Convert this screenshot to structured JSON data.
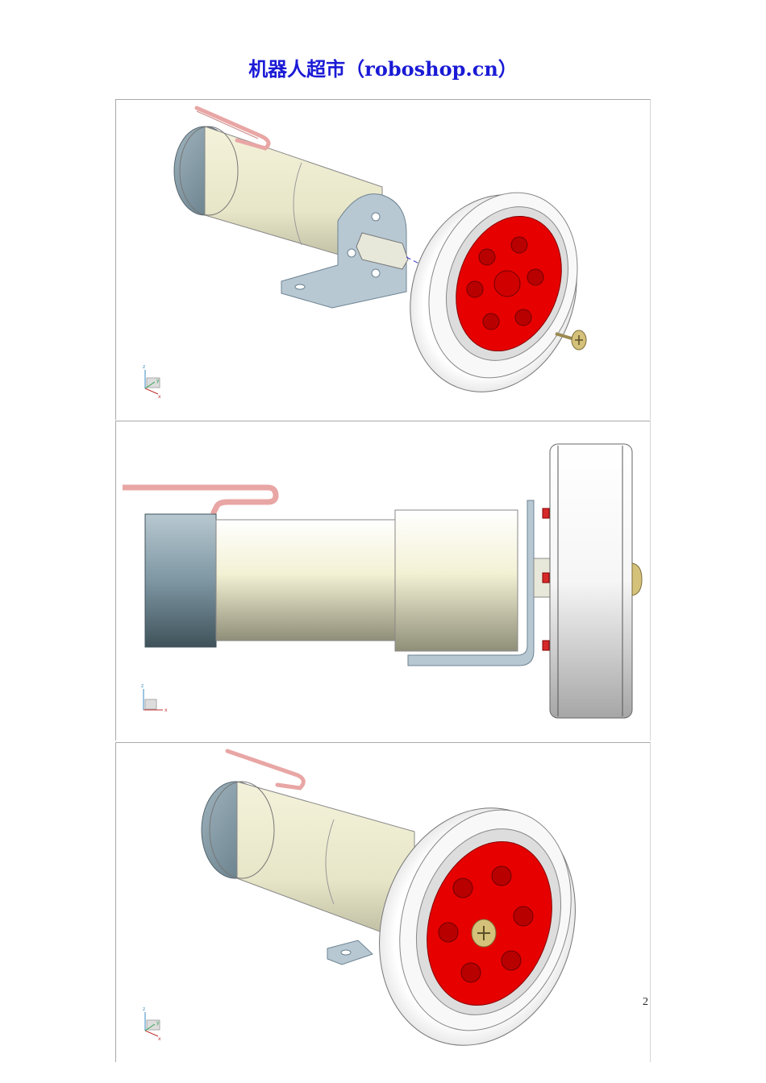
{
  "header": {
    "title": "机器人超市（roboshop.cn）"
  },
  "figures": [
    {
      "view": "isometric-exploded",
      "axes": [
        "z",
        "y",
        "x"
      ]
    },
    {
      "view": "side",
      "axes": [
        "z",
        "x"
      ]
    },
    {
      "view": "isometric-assembled",
      "axes": [
        "z",
        "y",
        "x"
      ]
    }
  ],
  "footer": {
    "page_number": "2"
  },
  "colors": {
    "title": "#1a1ad6",
    "motor_cap": "#7e97a3",
    "motor_body": "#e6e4c6",
    "bracket": "#b7c8d3",
    "wheel_tire": "#eeeeee",
    "hub": "#e60000",
    "wire": "#e8a6a4",
    "screw": "#c9b56d"
  }
}
